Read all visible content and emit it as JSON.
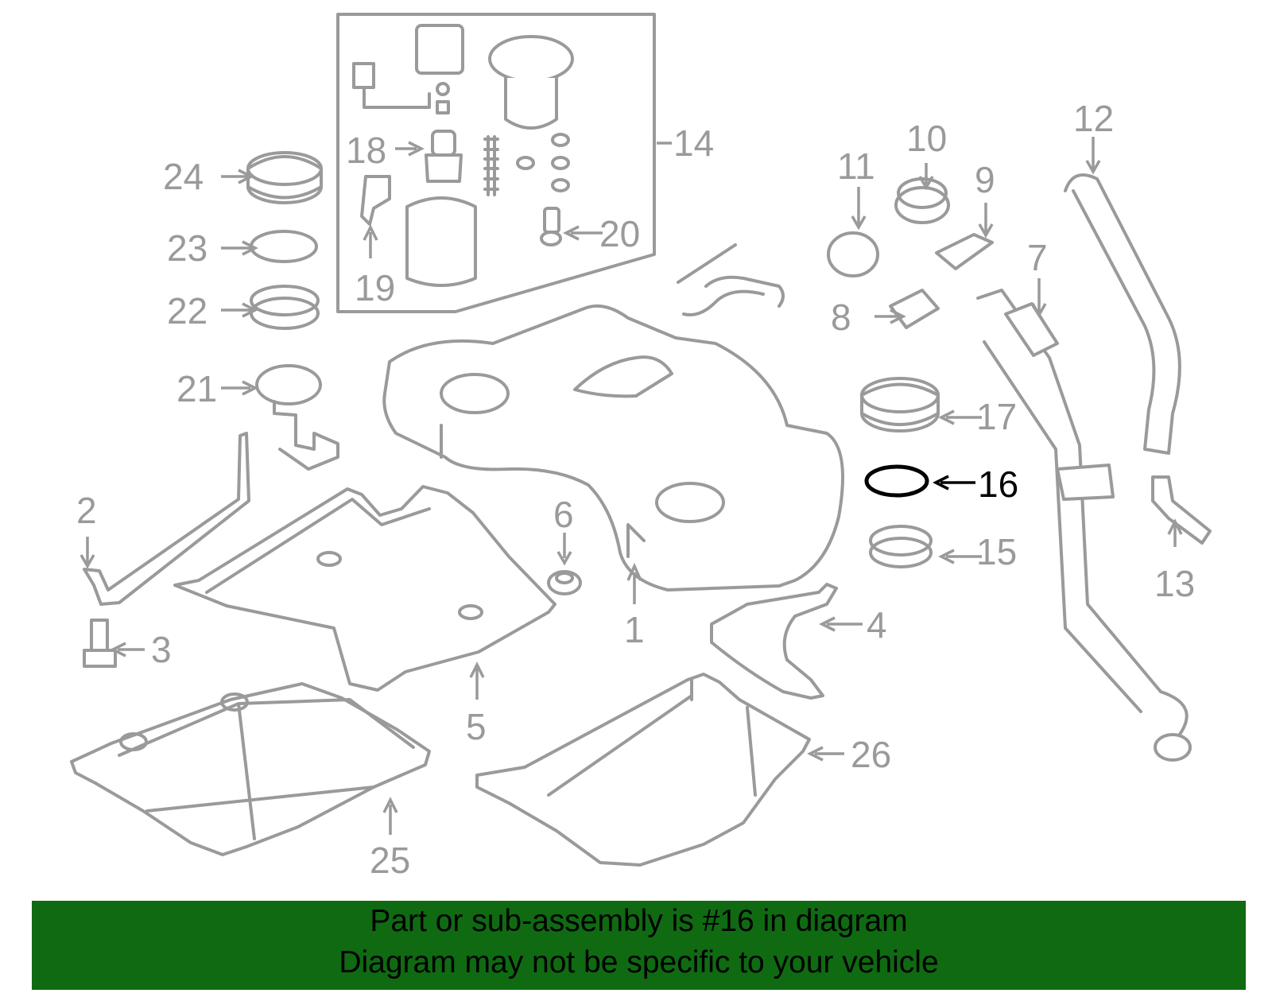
{
  "diagram": {
    "highlight_color": "#000000",
    "part_color": "#9a9a9a",
    "highlighted_part": "16",
    "callouts": {
      "c1": "1",
      "c2": "2",
      "c3": "3",
      "c4": "4",
      "c5": "5",
      "c6": "6",
      "c7": "7",
      "c8": "8",
      "c9": "9",
      "c10": "10",
      "c11": "11",
      "c12": "12",
      "c13": "13",
      "c14": "14",
      "c15": "15",
      "c16": "16",
      "c17": "17",
      "c18": "18",
      "c19": "19",
      "c20": "20",
      "c21": "21",
      "c22": "22",
      "c23": "23",
      "c24": "24",
      "c25": "25",
      "c26": "26"
    }
  },
  "banner": {
    "background": "#0f6a12",
    "line1": "Part or sub-assembly is #16 in diagram",
    "line2": "Diagram may not be specific to your vehicle"
  }
}
